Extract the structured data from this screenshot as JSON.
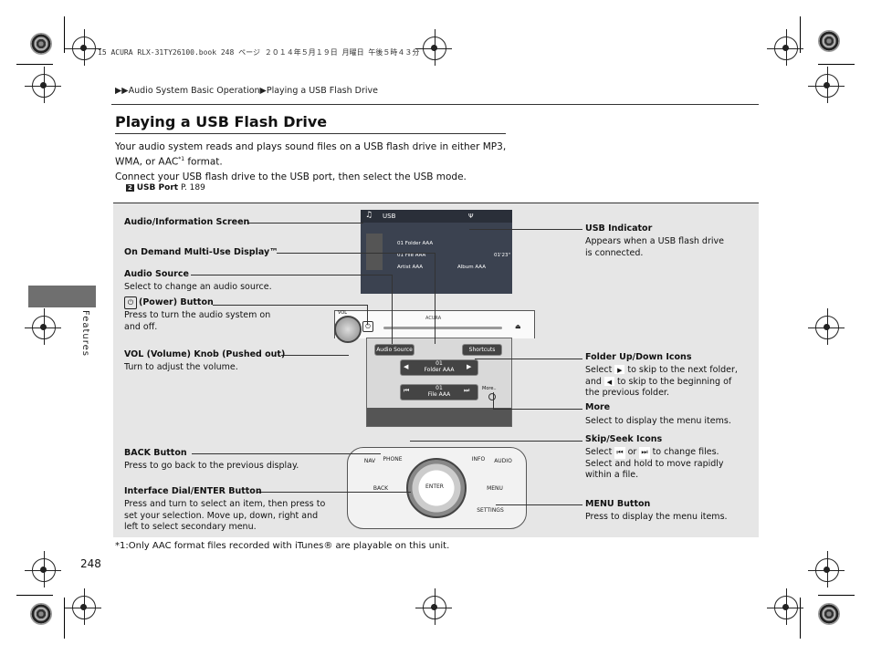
{
  "header_line": "15 ACURA RLX-31TY26100.book  248 ページ  ２０１４年５月１９日  月曜日  午後５時４３分",
  "breadcrumb": {
    "arrows": "▶▶",
    "section": "Audio System Basic Operation",
    "sep": "▶",
    "page": "Playing a USB Flash Drive"
  },
  "title": "Playing a USB Flash Drive",
  "intro": {
    "line1": "Your audio system reads and plays sound files on a USB flash drive in either MP3,",
    "line2a": "WMA, or AAC",
    "line2_sup": "*1",
    "line2b": " format.",
    "line3": "Connect your USB flash drive to the USB port, then select the USB mode."
  },
  "xref": {
    "icon": "2",
    "label": "USB Port",
    "page": "P. 189"
  },
  "side_tab": "Features",
  "callouts_left": [
    {
      "label": "Audio/Information Screen",
      "desc": ""
    },
    {
      "label": "On Demand Multi-Use Display™",
      "desc": ""
    },
    {
      "label": "Audio Source",
      "desc": "Select to change an audio source."
    },
    {
      "label": "(Power) Button",
      "desc": "Press to turn the audio system on and off."
    },
    {
      "label": "VOL (Volume) Knob (Pushed out)",
      "desc": "Turn to adjust the volume."
    },
    {
      "label": "BACK Button",
      "desc": "Press to go back to the previous display."
    },
    {
      "label": "Interface Dial/ENTER Button",
      "desc": "Press and turn to select an item, then press to set your selection. Move up, down, right and left to select secondary menu."
    }
  ],
  "callouts_right": {
    "usb_indicator": {
      "label": "USB Indicator",
      "desc1": "Appears when a USB flash drive",
      "desc2": "is connected."
    },
    "folder": {
      "label": "Folder Up/Down Icons",
      "d1a": "Select",
      "d1b": "to skip to the next folder,",
      "d2a": "and",
      "d2b": "to skip to the beginning of",
      "d3": "the previous folder."
    },
    "more": {
      "label": "More",
      "desc": "Select to display the menu items."
    },
    "skip": {
      "label": "Skip/Seek Icons",
      "d1a": "Select",
      "d1b": "or",
      "d1c": "to change files.",
      "d2": "Select and hold to move rapidly",
      "d3": "within a file."
    },
    "menu": {
      "label": "MENU Button",
      "desc": "Press to display the menu items."
    }
  },
  "device": {
    "top_screen": {
      "source": "USB",
      "rows": [
        "01  Folder AAA",
        "01  File AAA",
        "Artist AAA",
        "Album AAA"
      ],
      "time": "01'23\""
    },
    "touch": {
      "audio_source": "Audio Source",
      "shortcuts": "Shortcuts",
      "folder_num": "01",
      "folder": "Folder AAA",
      "file_num": "01",
      "file": "File AAA",
      "more": "More..",
      "vol": "VOL",
      "brand": "ACURA"
    },
    "keys": {
      "nav": "NAV",
      "phone": "PHONE",
      "info": "INFO",
      "audio": "AUDIO",
      "back": "BACK",
      "enter": "ENTER",
      "menu": "MENU",
      "settings": "SETTINGS"
    }
  },
  "footnote": "*1:Only AAC format files recorded with iTunes® are playable on this unit.",
  "page_number": "248"
}
